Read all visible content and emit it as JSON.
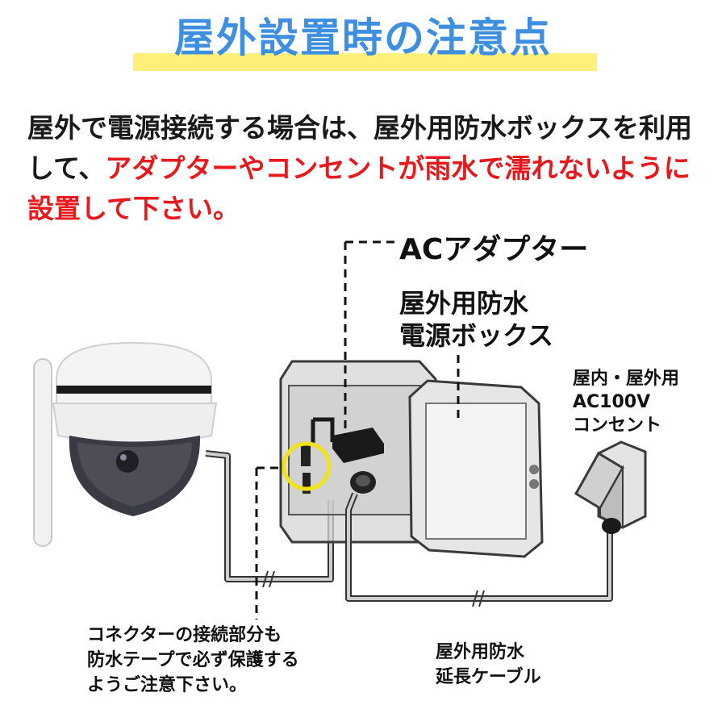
{
  "title": "屋外設置時の注意点",
  "intro": {
    "part1": "屋外で電源接続する場合は、屋外用防水ボックスを利用して、",
    "highlight": "アダプターやコンセントが雨水で濡れないように設置して下さい。"
  },
  "labels": {
    "ac_adapter": "ACアダプター",
    "box_line1": "屋外用防水",
    "box_line2": "電源ボックス",
    "outlet_line1": "屋内・屋外用",
    "outlet_line2": "AC100V",
    "outlet_line3": "コンセント",
    "connector_line1": "コネクターの接続部分も",
    "connector_line2": "防水テープで必ず保護する",
    "connector_line3": "ようご注意下さい。",
    "cable_line1": "屋外用防水",
    "cable_line2": "延長ケーブル"
  },
  "colors": {
    "title_blue": "#3f8fe0",
    "title_band": "#fff07a",
    "highlight_red": "#e8191c",
    "connector_ring": "#f2e21a"
  }
}
